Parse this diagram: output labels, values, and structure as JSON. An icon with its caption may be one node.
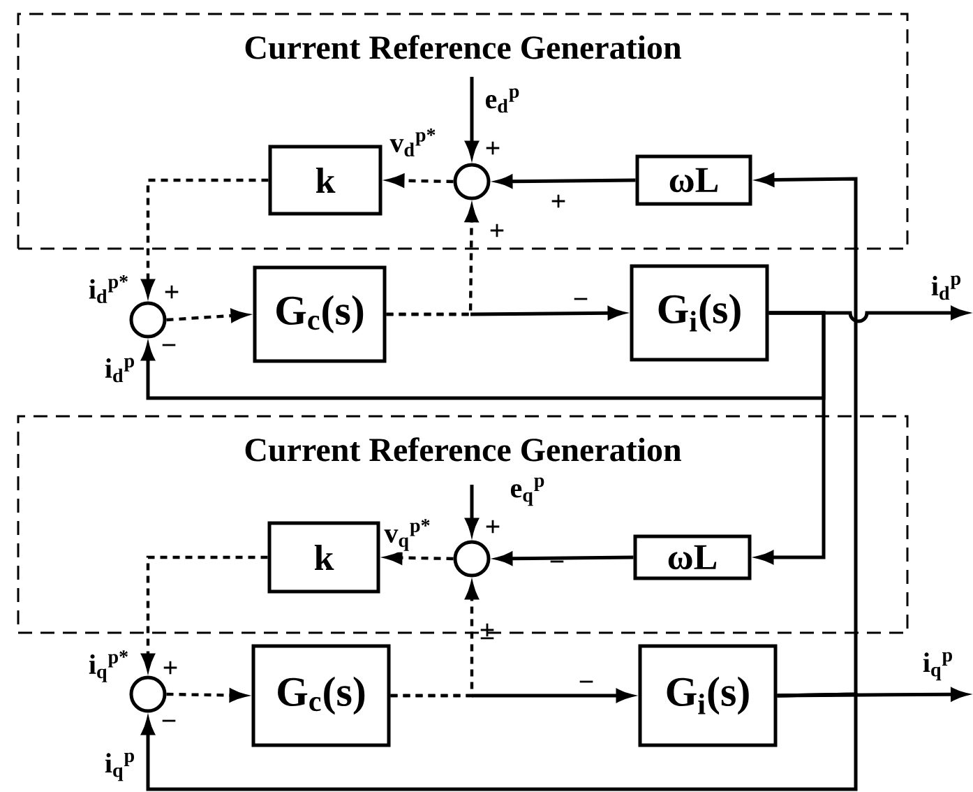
{
  "diagram": {
    "nodes": [
      {
        "text": [
          "Current Reference Generation"
        ]
      },
      {
        "text": [
          "k"
        ],
        "in": 0
      },
      {
        "text": [],
        "shape": "circle",
        "in": 0
      },
      {
        "text": [
          "ωL"
        ],
        "in": 0
      },
      {
        "text": [],
        "shape": "circle"
      },
      {
        "text": [
          "G$_{c}$(s)"
        ]
      },
      {
        "text": [
          "G$_{i}$(s)"
        ]
      },
      {
        "text": [
          "Current Reference Generation"
        ]
      },
      {
        "text": [
          "k"
        ],
        "in": 7
      },
      {
        "text": [],
        "shape": "circle",
        "in": 7
      },
      {
        "text": [
          "ωL"
        ],
        "in": 7
      },
      {
        "text": [],
        "shape": "circle"
      },
      {
        "text": [
          "G$_{c}$(s)"
        ]
      },
      {
        "text": [
          "G$_{i}$(s)"
        ]
      }
    ],
    "edges": [
      {
        "from": null,
        "to": 2,
        "arrow": "to",
        "label": "e$_{d}$$^{p}$"
      },
      {
        "from": 3,
        "to": 2,
        "arrow": "to"
      },
      {
        "from": 2,
        "to": 1,
        "arrow": "to",
        "style": "dashed",
        "label": "v$_{d}$$^{p*}$"
      },
      {
        "from": 1,
        "to": 4,
        "arrow": "to",
        "style": "dashed",
        "label": "i$_{d}$$^{p*}$"
      },
      {
        "from": 4,
        "to": 5,
        "arrow": "to",
        "style": "dashed"
      },
      {
        "from": 5,
        "to": 6,
        "arrow": "to"
      },
      {
        "from": 5,
        "to": 2,
        "arrow": "to",
        "style": "dashed"
      },
      {
        "from": 6,
        "to": null,
        "arrow": "to",
        "label": "i$_{d}$$^{p}$"
      },
      {
        "from": 6,
        "to": 4,
        "arrow": "to",
        "label": "i$_{d}$$^{p}$"
      },
      {
        "from": 6,
        "to": 10,
        "arrow": "to"
      },
      {
        "from": 13,
        "to": 3,
        "arrow": "to"
      },
      {
        "from": null,
        "to": 9,
        "arrow": "to",
        "label": "e$_{q}$$^{p}$"
      },
      {
        "from": 10,
        "to": 9,
        "arrow": "to"
      },
      {
        "from": 9,
        "to": 8,
        "arrow": "to",
        "style": "dashed",
        "label": "v$_{q}$$^{p*}$"
      },
      {
        "from": 8,
        "to": 11,
        "arrow": "to",
        "style": "dashed",
        "label": "i$_{q}$$^{p*}$"
      },
      {
        "from": 11,
        "to": 12,
        "arrow": "to",
        "style": "dashed"
      },
      {
        "from": 12,
        "to": 13,
        "arrow": "to"
      },
      {
        "from": 12,
        "to": 9,
        "arrow": "to",
        "style": "dashed"
      },
      {
        "from": 13,
        "to": null,
        "arrow": "to",
        "label": "i$_{q}$$^{p}$"
      },
      {
        "from": 13,
        "to": 11,
        "arrow": "to",
        "label": "i$_{q}$$^{p}$"
      }
    ],
    "labels": [
      "+",
      "+",
      "+",
      "+",
      "−",
      "−",
      "+",
      "−",
      "±",
      "+",
      "−",
      "−"
    ]
  }
}
